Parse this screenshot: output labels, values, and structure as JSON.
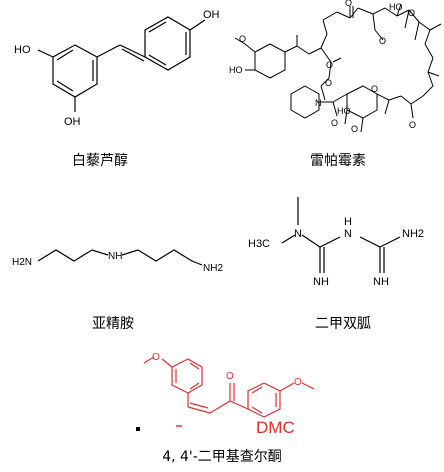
{
  "molecules": [
    {
      "name": "白藜芦醇",
      "atom_labels": {
        "oh_top": "OH",
        "oh_left": "HO",
        "oh_bottom": "OH"
      }
    },
    {
      "name": "雷帕霉素",
      "atom_labels": {
        "o_methoxy": "O",
        "ho_ring": "HO",
        "o_ester1": "O",
        "o_ester2": "O",
        "n_pip": "N",
        "o_amide": "O",
        "ho_hemiketal": "HO",
        "o_pyran": "O",
        "o_ketone_low": "O",
        "o_right": "O",
        "o_top1": "O",
        "o_top2": "O",
        "ho_top": "HO",
        "o_top3": "O"
      }
    },
    {
      "name": "亚精胺",
      "atom_labels": {
        "nh2_left": "H2N",
        "nh": "NH",
        "nh2_right": "NH2"
      }
    },
    {
      "name": "二甲双胍",
      "atom_labels": {
        "n_dimethyl": "N",
        "h3c": "H3C",
        "nh_bridge": "N",
        "h_bridge": "H",
        "nh2": "NH2",
        "nh_left": "NH",
        "nh_right": "NH"
      }
    },
    {
      "name": "4, 4'-二甲基查尔酮",
      "atom_labels": {
        "o_left": "O",
        "o_ketone": "O",
        "o_right": "O",
        "abbrev": "DMC"
      },
      "accent_color": "#e03030"
    }
  ]
}
